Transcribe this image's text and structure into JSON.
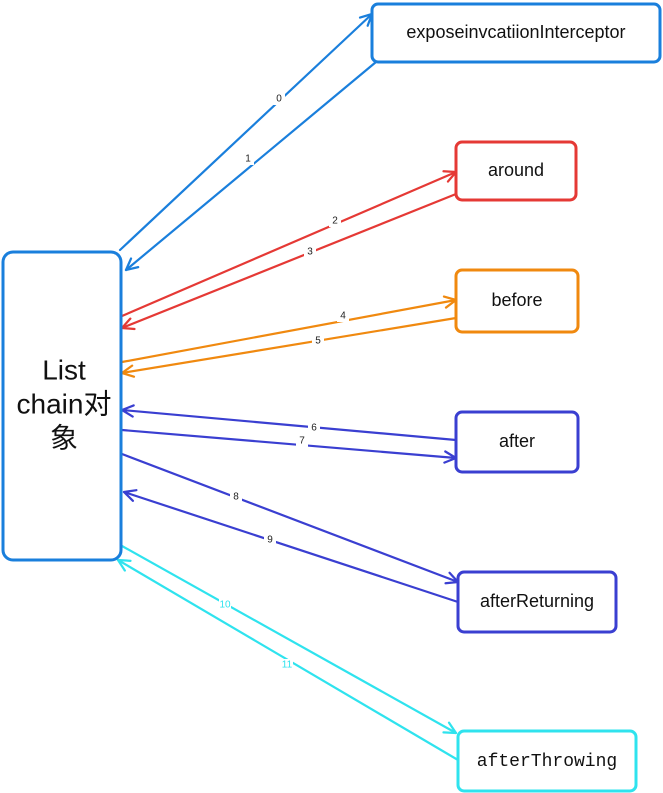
{
  "main_node": {
    "lines": [
      "List",
      "chain对",
      "象"
    ]
  },
  "nodes": [
    {
      "id": "expose",
      "label": "exposeinvcatiionInterceptor",
      "color": "#1a7fdc"
    },
    {
      "id": "around",
      "label": "around",
      "color": "#e53935"
    },
    {
      "id": "before",
      "label": "before",
      "color": "#f0890f"
    },
    {
      "id": "after",
      "label": "after",
      "color": "#3a3fd1"
    },
    {
      "id": "afterReturning",
      "label": "afterReturning",
      "color": "#3a3fd1"
    },
    {
      "id": "afterThrowing",
      "label": "afterThrowing",
      "color": "#2fe3ee",
      "mono": true
    }
  ],
  "edges": [
    {
      "label": "0",
      "color": "#1a7fdc",
      "direction": "to-node"
    },
    {
      "label": "1",
      "color": "#1a7fdc",
      "direction": "to-main"
    },
    {
      "label": "2",
      "color": "#e53935",
      "direction": "to-node"
    },
    {
      "label": "3",
      "color": "#e53935",
      "direction": "to-main"
    },
    {
      "label": "4",
      "color": "#f0890f",
      "direction": "to-node"
    },
    {
      "label": "5",
      "color": "#f0890f",
      "direction": "to-main"
    },
    {
      "label": "6",
      "color": "#3a3fd1",
      "direction": "to-main"
    },
    {
      "label": "7",
      "color": "#3a3fd1",
      "direction": "to-node"
    },
    {
      "label": "8",
      "color": "#3a3fd1",
      "direction": "to-node"
    },
    {
      "label": "9",
      "color": "#3a3fd1",
      "direction": "to-main"
    },
    {
      "label": "10",
      "color": "#2fe3ee",
      "direction": "to-node"
    },
    {
      "label": "11",
      "color": "#2fe3ee",
      "direction": "to-main"
    }
  ],
  "colors": {
    "main_border": "#1a7fdc",
    "background": "#ffffff"
  }
}
